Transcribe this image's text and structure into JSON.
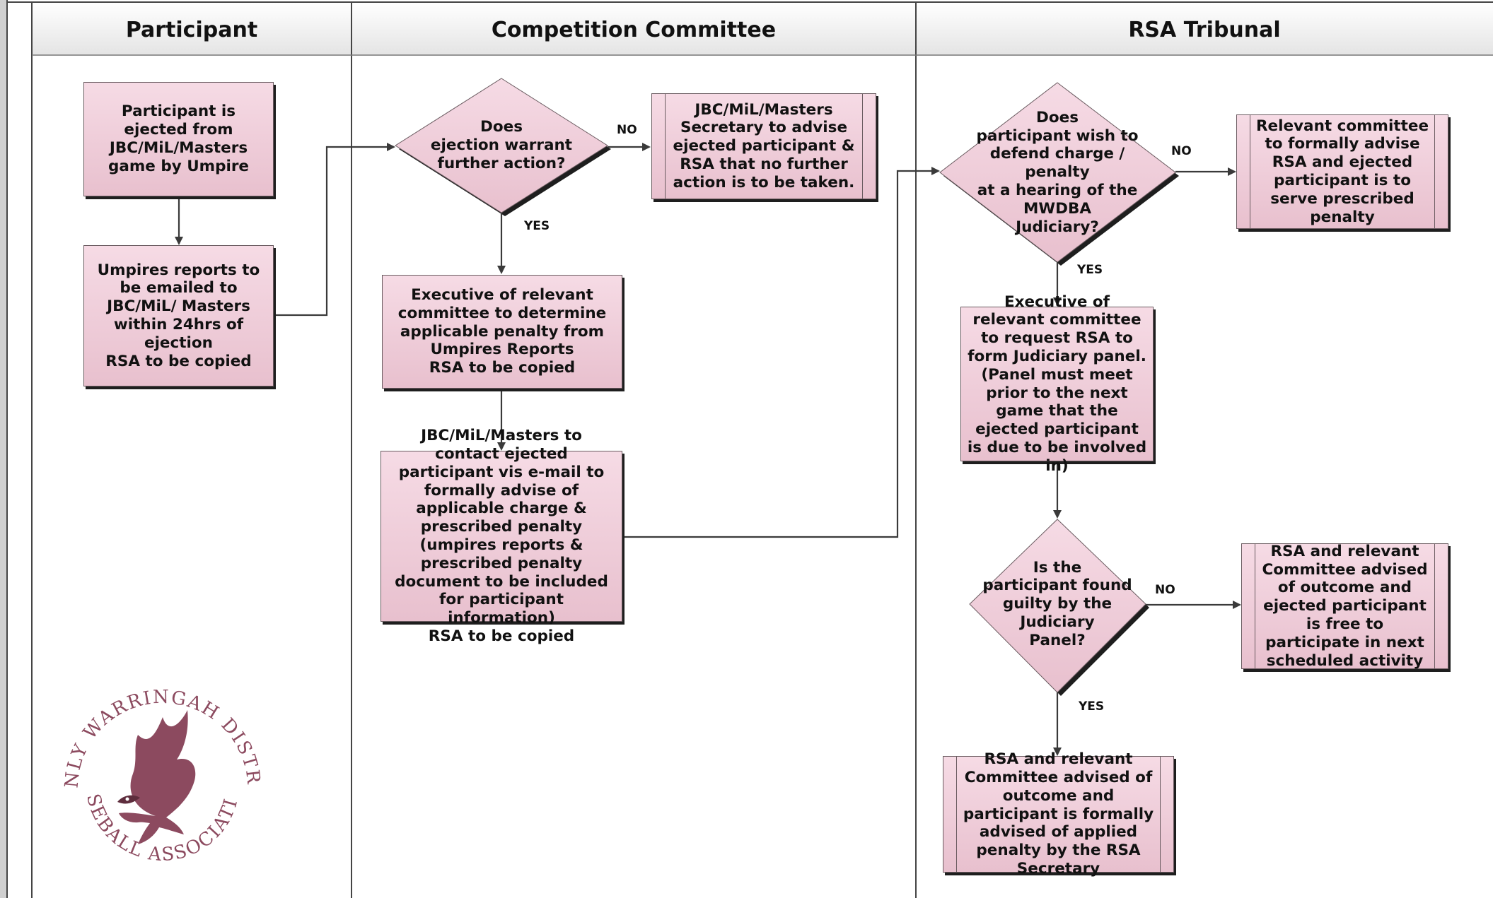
{
  "lanes": [
    {
      "title": "Participant"
    },
    {
      "title": "Competition Committee"
    },
    {
      "title": "RSA Tribunal"
    }
  ],
  "nodes": {
    "ejected": "Participant is ejected from JBC/MiL/Masters game by Umpire",
    "umpire_reports": "Umpires reports to be emailed to JBC/MiL/ Masters within 24hrs of ejection\nRSA to be copied",
    "warrant_decision": "Does\nejection warrant\nfurther action?",
    "no_further_action": "JBC/MiL/Masters Secretary to advise ejected participant & RSA that no further action is to be taken.",
    "determine_penalty": "Executive of relevant committee to determine applicable penalty from Umpires Reports\nRSA to be copied",
    "contact_participant": "JBC/MiL/Masters to contact ejected participant vis e-mail to formally advise of applicable charge & prescribed penalty (umpires reports & prescribed penalty document to be included for participant information)\nRSA to be copied",
    "defend_decision": "Does\nparticipant wish to\ndefend charge / penalty\nat a hearing of the\nMWDBA\nJudiciary?",
    "serve_penalty": "Relevant committee to formally advise RSA and ejected participant is to serve prescribed penalty",
    "form_panel": "Executive of relevant committee to request RSA to form Judiciary panel. (Panel must meet prior to the next game that the ejected participant is due to be involved in)",
    "guilty_decision": "Is the\nparticipant found\nguilty by the\nJudiciary\nPanel?",
    "free_to_participate": "RSA and relevant Committee advised of outcome and ejected participant is free to participate in next scheduled activity",
    "applied_penalty": "RSA and relevant Committee advised of outcome and participant is formally advised of applied penalty by the RSA Secretary"
  },
  "edge_labels": {
    "yes": "YES",
    "no": "NO"
  },
  "logo": {
    "top_text": "MANLY WARRINGAH DISTRICT",
    "bottom_text": "BASEBALL ASSOCIATION",
    "icon": "eagle-icon",
    "color": "#8c4a5f"
  },
  "colors": {
    "box_fill_top": "#f6dbe5",
    "box_fill_bottom": "#e8c0ce",
    "shadow": "#1e1e1e",
    "line": "#3a3a3a"
  }
}
